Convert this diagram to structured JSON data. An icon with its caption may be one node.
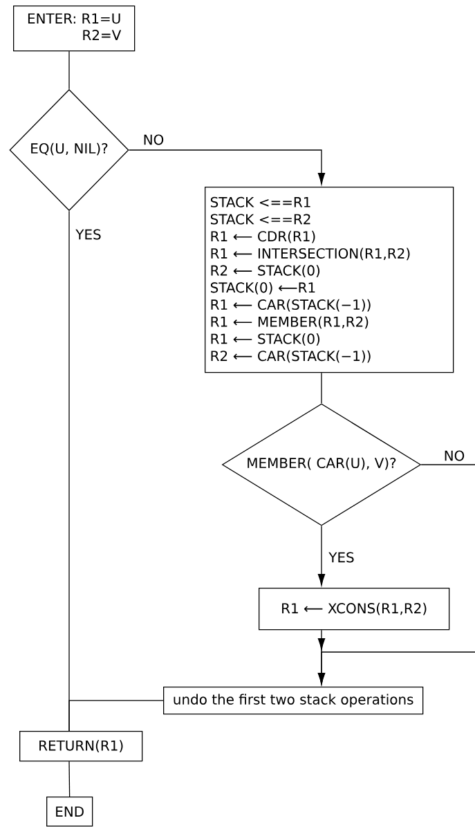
{
  "diagram": {
    "nodes": [
      {
        "text": [
          "ENTER: R1=U",
          "R2=V"
        ]
      },
      {
        "text": [
          "EQ(U, NIL)?"
        ]
      },
      {
        "text": [
          "STACK <==R1",
          "STACK <==R2",
          "R1 ⟵ CDR(R1)",
          "R1 ⟵ INTERSECTION(R1,R2)",
          "R2 ⟵ STACK(0)",
          "STACK(0) ⟵R1",
          "R1 ⟵ CAR(STACK(−1))",
          "R1 ⟵ MEMBER(R1,R2)",
          "R1 ⟵ STACK(0)",
          "R2 ⟵ CAR(STACK(−1))"
        ]
      },
      {
        "text": [
          "MEMBER( CAR(U), V)?"
        ]
      },
      {
        "text": [
          "R1 ⟵ XCONS(R1,R2)"
        ]
      },
      {
        "text": [
          "undo the first two stack operations"
        ]
      },
      {
        "text": [
          "RETURN(R1)"
        ]
      },
      {
        "text": [
          "END"
        ]
      }
    ],
    "edges": [
      {
        "from": 0,
        "to": 1,
        "arrow": "none"
      },
      {
        "from": 1,
        "to": 2,
        "arrow": "to",
        "label": "NO"
      },
      {
        "from": 1,
        "to": 6,
        "arrow": "none",
        "label": "YES"
      },
      {
        "from": 2,
        "to": 3,
        "arrow": "none"
      },
      {
        "from": 3,
        "to": null,
        "arrow": "none",
        "label": "NO"
      },
      {
        "from": 3,
        "to": 4,
        "arrow": "to",
        "label": "YES"
      },
      {
        "from": null,
        "to": 5,
        "arrow": "to"
      },
      {
        "from": 4,
        "to": 5,
        "arrow": "to"
      },
      {
        "from": 5,
        "to": 6,
        "arrow": "none"
      },
      {
        "from": 6,
        "to": 7,
        "arrow": "none"
      }
    ]
  }
}
